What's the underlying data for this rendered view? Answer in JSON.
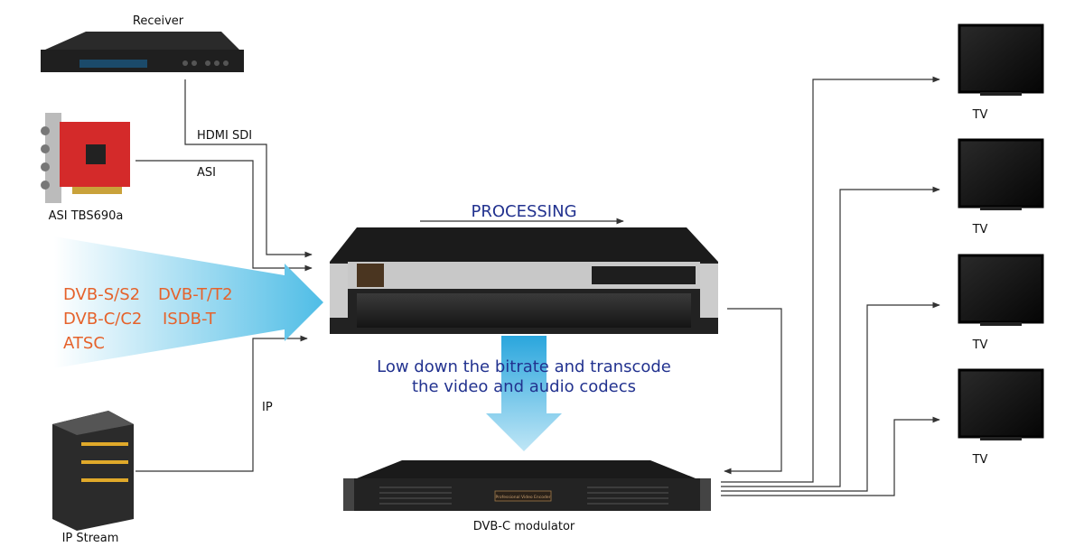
{
  "sources": {
    "receiver": "Receiver",
    "asi_card": "ASI TBS690a",
    "ip_stream": "IP Stream",
    "broadcast_standards": [
      "DVB-S/S2",
      "DVB-T/T2",
      "DVB-C/C2",
      "ISDB-T",
      "ATSC"
    ]
  },
  "connections": {
    "hdmi_sdi": "HDMI SDI",
    "asi": "ASI",
    "ip": "IP"
  },
  "processing": {
    "title": "PROCESSING",
    "description_line1": "Low down the bitrate and transcode",
    "description_line2": "the video and audio codecs"
  },
  "modulator": {
    "label": "DVB-C modulator",
    "panel_text": "Professional Video Encoder"
  },
  "outputs": [
    "TV",
    "TV",
    "TV",
    "TV"
  ],
  "colors": {
    "source_text": "#e5622b",
    "processing_text": "#22328f",
    "flow_arrow": "#5bc3e8"
  }
}
